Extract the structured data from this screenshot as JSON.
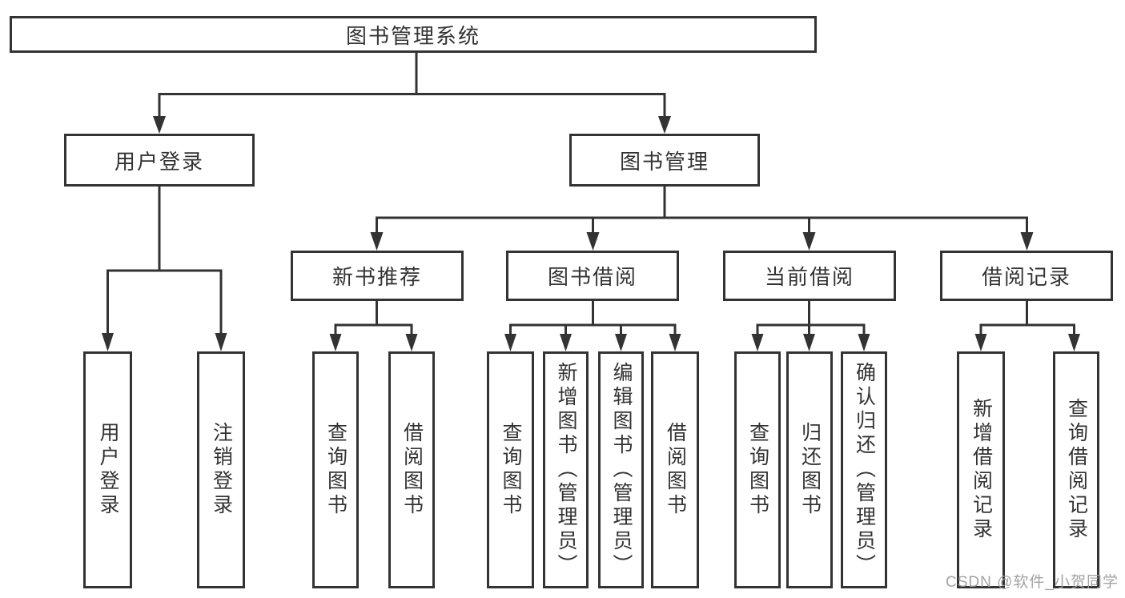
{
  "nodes": {
    "root": "图书管理系统",
    "user_login": "用户登录",
    "book_mgmt": "图书管理",
    "new_book_rec": "新书推荐",
    "book_borrow": "图书借阅",
    "current_borrow": "当前借阅",
    "borrow_records": "借阅记录",
    "user_login_leaf": "用户登录",
    "logout_leaf": "注销登录",
    "rec_query_book": "查询图书",
    "rec_borrow_book": "借阅图书",
    "bb_query_book": "查询图书",
    "bb_add_book": "新增图书（管理员）",
    "bb_edit_book": "编辑图书（管理员）",
    "bb_borrow_book": "借阅图书",
    "cb_query_book": "查询图书",
    "cb_return_book": "归还图书",
    "cb_confirm_return": "确认归还（管理员）",
    "br_add_record": "新增借阅记录",
    "br_query_record": "查询借阅记录"
  },
  "watermark": "CSDN @软件_小贺同学",
  "colors": {
    "line": "#333333",
    "text": "#333333",
    "box_background": "#ffffff",
    "watermark": "#9e9e9e"
  }
}
